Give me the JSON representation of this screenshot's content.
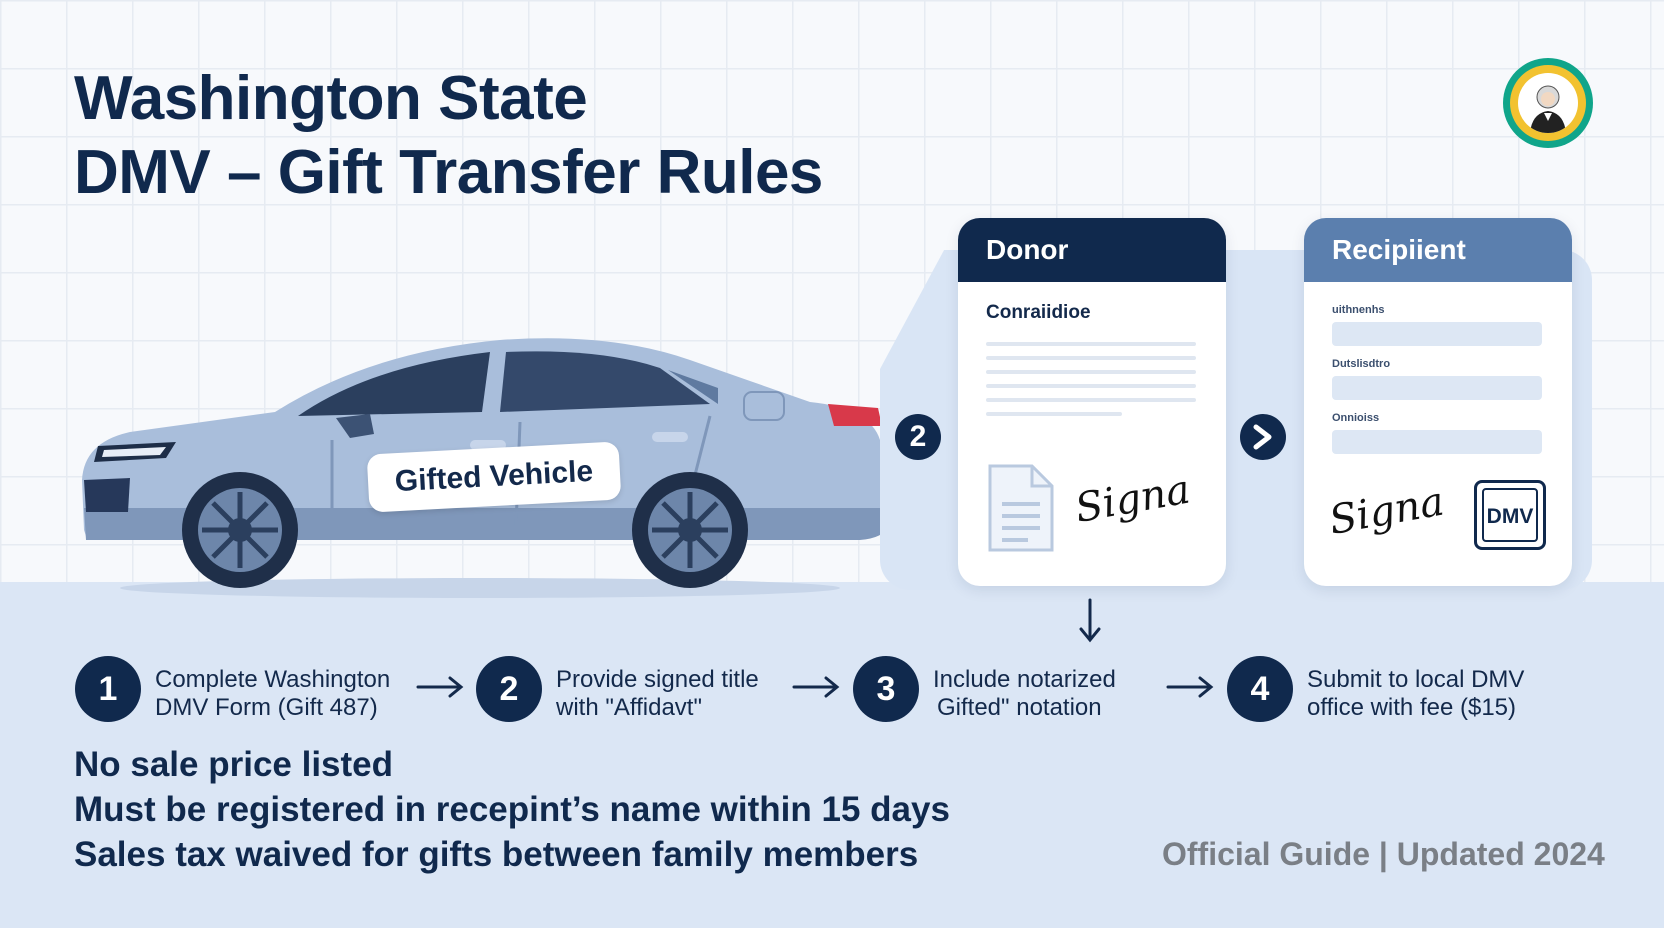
{
  "header": {
    "title_line1": "Washington State",
    "title_line2": "DMV – Gift Transfer Rules"
  },
  "car": {
    "label": "Gifted Vehicle"
  },
  "donor_card": {
    "heading": "Donor",
    "subheading": "Conraiidioe",
    "signature": "Signa"
  },
  "recipient_card": {
    "heading": "Recipiient",
    "fields": [
      "uithnenhs",
      "Dutslisdtro",
      "Onnioiss"
    ],
    "signature": "Signa",
    "stamp_label": "DMV"
  },
  "connectors": {
    "donor_badge": "2"
  },
  "steps": [
    {
      "number": "1",
      "line1": "Complete Washington",
      "line2": "DMV Form (Gift 487)"
    },
    {
      "number": "2",
      "line1": "Provide signed title",
      "line2": "with \"Affidavt\""
    },
    {
      "number": "3",
      "line1": "Include notarized",
      "line2": "Gifted\" notation"
    },
    {
      "number": "4",
      "line1": "Submit to local DMV",
      "line2": "office with fee ($15)"
    }
  ],
  "notes": [
    "No sale price listed",
    "Must be registered in recepint’s name within 15 days",
    "Sales tax waived for gifts between family members"
  ],
  "footer": "Official Guide | Updated 2024",
  "colors": {
    "navy": "#10294d",
    "steel_blue": "#5b7fae",
    "car_body": "#a9bedb",
    "band": "#dbe6f5",
    "seal_green": "#10a58a",
    "seal_gold": "#f2c230"
  }
}
